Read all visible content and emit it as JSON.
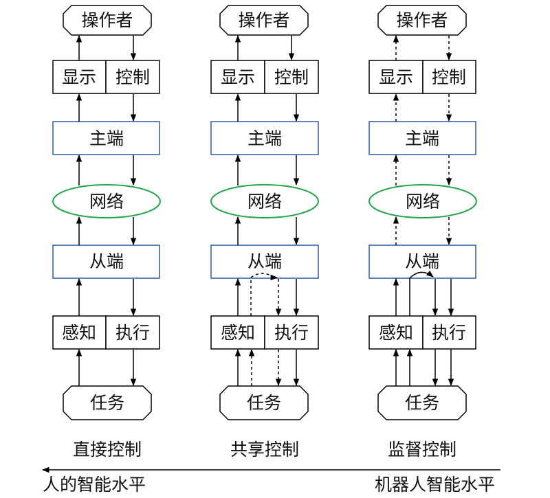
{
  "labels": {
    "operator": "操作者",
    "display": "显示",
    "control": "控制",
    "master": "主端",
    "network": "网络",
    "slave": "从端",
    "sensing": "感知",
    "execution": "执行",
    "task": "任务"
  },
  "columns": [
    {
      "caption": "直接控制"
    },
    {
      "caption": "共享控制"
    },
    {
      "caption": "监督控制"
    }
  ],
  "axis": {
    "left_label": "人的智能水平",
    "right_label": "机器人智能水平"
  },
  "colors": {
    "master_slave_border": "#2e58a6",
    "network_border": "#23a34a",
    "line": "#000000"
  }
}
